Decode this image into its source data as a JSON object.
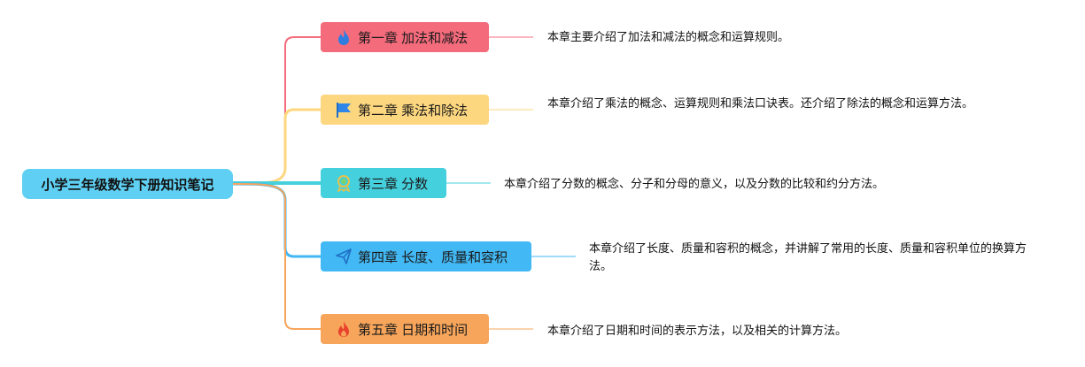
{
  "root": {
    "label": "小学三年级数学下册知识笔记",
    "color": "#5fd0f3"
  },
  "chapters": [
    {
      "label": "第一章 加法和减法",
      "icon": "flame-icon",
      "color": "#f46b7c",
      "desc": "本章主要介绍了加法和减法的概念和运算规则。"
    },
    {
      "label": "第二章 乘法和除法",
      "icon": "flag-icon",
      "color": "#fcd77f",
      "desc": "本章介绍了乘法的概念、运算规则和乘法口诀表。还介绍了除法的概念和运算方法。"
    },
    {
      "label": "第三章 分数",
      "icon": "award-icon",
      "color": "#45d0dd",
      "desc": "本章介绍了分数的概念、分子和分母的意义，以及分数的比较和约分方法。"
    },
    {
      "label": "第四章 长度、质量和容积",
      "icon": "paper-plane-icon",
      "color": "#42b8f4",
      "desc": "本章介绍了长度、质量和容积的概念，并讲解了常用的长度、质量和容积单位的换算方法。"
    },
    {
      "label": "第五章 日期和时间",
      "icon": "fire-icon",
      "color": "#f7a55b",
      "desc": "本章介绍了日期和时间的表示方法，以及相关的计算方法。"
    }
  ]
}
